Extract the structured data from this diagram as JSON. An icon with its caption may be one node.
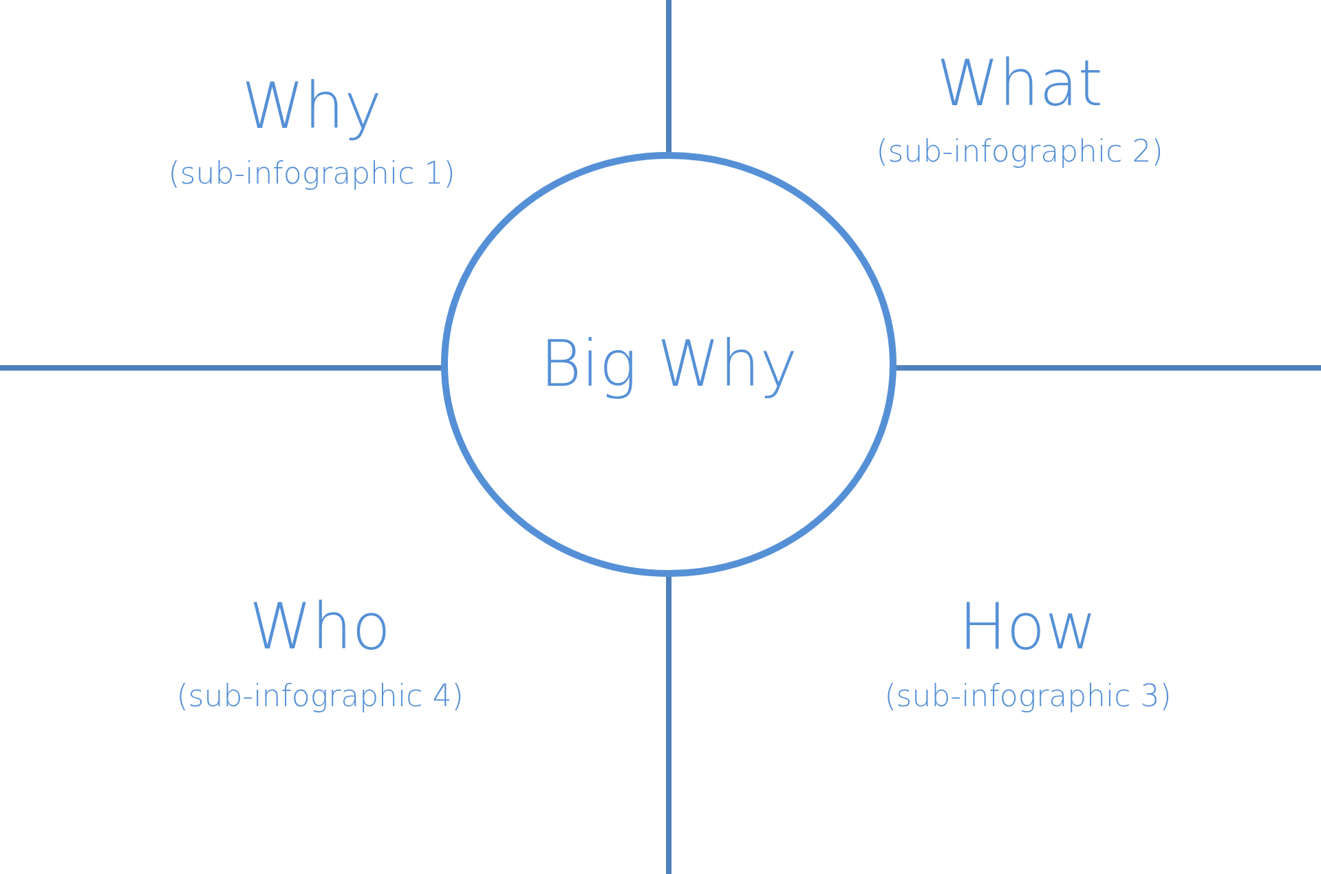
{
  "diagram": {
    "nodes": [
      {
        "text": [
          "Big Why"
        ]
      }
    ],
    "labels": [
      "Why",
      "(sub-infographic 1)",
      "What",
      "(sub-infographic 2)",
      "Who",
      "(sub-infographic 4)",
      "How",
      "(sub-infographic 3)"
    ]
  }
}
